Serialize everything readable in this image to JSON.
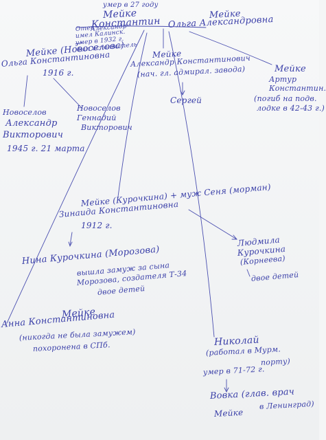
{
  "notes": {
    "top_died": "умер в 27 году",
    "father_surname": "Мейке",
    "father_name": "Константин",
    "father_note_1": "Отец",
    "father_note_2": "Александр",
    "father_note_3": "имел Калинск.",
    "father_note_4": "умер в 1932 г.",
    "father_note_5": "был исполнитель",
    "mother_surname": "Мейке",
    "mother_name": "Ольга Александровна",
    "olga_line1": "Мейке (Новоселова)",
    "olga_line2": "Ольга Константиновна",
    "olga_line3": "1916 г.",
    "alexander_line1": "Новоселов",
    "alexander_line2": "Александр",
    "alexander_line3": "Викторович",
    "alexander_line4": "1945 г. 21 марта",
    "gennady_line1": "Новоселов",
    "gennady_line2": "Геннадий",
    "gennady_line3": "Викторович",
    "alexander_mk_line1": "Мейке",
    "alexander_mk_line2": "Александр Константинович",
    "alexander_mk_line3": "(нач. гл. адмирал. завода)",
    "sergey": "Сергей",
    "artur_line1": "Мейке",
    "artur_line2": "Артур",
    "artur_line3": "Константин.",
    "artur_line4": "(погиб на подв.",
    "artur_line5": "лодке в 42-43 г.)",
    "zinaida_line1": "Мейке (Курочкина) + муж Сеня (морман)",
    "zinaida_line2": "Зинаида Константиновна",
    "zinaida_line3": "1912 г.",
    "nina_line1": "Нина Курочкина (Морозова)",
    "nina_line2": "вышла замуж за сына",
    "nina_line3": "Морозова, создателя Т-34",
    "nina_line4": "двое детей",
    "lyudmila_line1": "Людмила",
    "lyudmila_line2": "Курочкина",
    "lyudmila_line3": "(Корнеева)",
    "lyudmila_line4": "двое детей",
    "anna_line1": "Мейке",
    "anna_line2": "Анна Константиновна",
    "anna_line3": "(никогда не была замужем)",
    "anna_line4": "похоронена в СПб.",
    "nikolay_line1": "Николай",
    "nikolay_line2": "(работал в Мурм.",
    "nikolay_line3": "порту)",
    "nikolay_line4": "умер в 71-72 г.",
    "vovka_line1": "Вовка (глав. врач",
    "vovka_line2": "в Ленинград)",
    "vovka_line3": "Мейке"
  },
  "colors": {
    "ink": "#3a3fa8",
    "paper": "#f4f5f6"
  }
}
